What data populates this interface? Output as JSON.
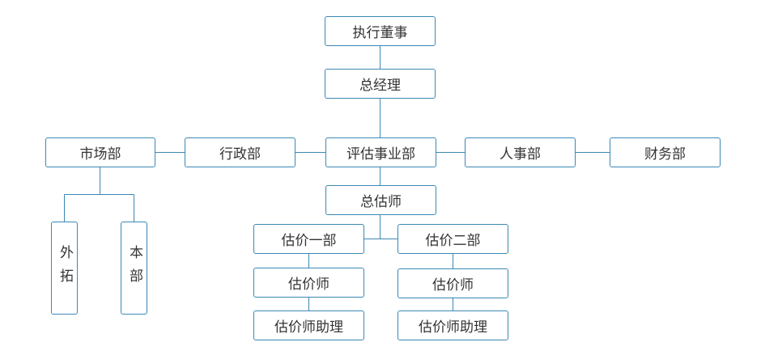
{
  "colors": {
    "border": "#3b88b5",
    "line": "#3b88b5",
    "text": "#333333"
  },
  "org": {
    "chairman": "执行董事",
    "gm": "总经理",
    "market": "市场部",
    "admin": "行政部",
    "appraisal": "评估事业部",
    "hr": "人事部",
    "finance": "财务部",
    "market_outer": "外拓",
    "market_local": "本部",
    "chief_appraiser": "总估师",
    "dept1": "估价一部",
    "dept1_appraiser": "估价师",
    "dept1_assistant": "估价师助理",
    "dept2": "估价二部",
    "dept2_appraiser": "估价师",
    "dept2_assistant": "估价师助理"
  }
}
